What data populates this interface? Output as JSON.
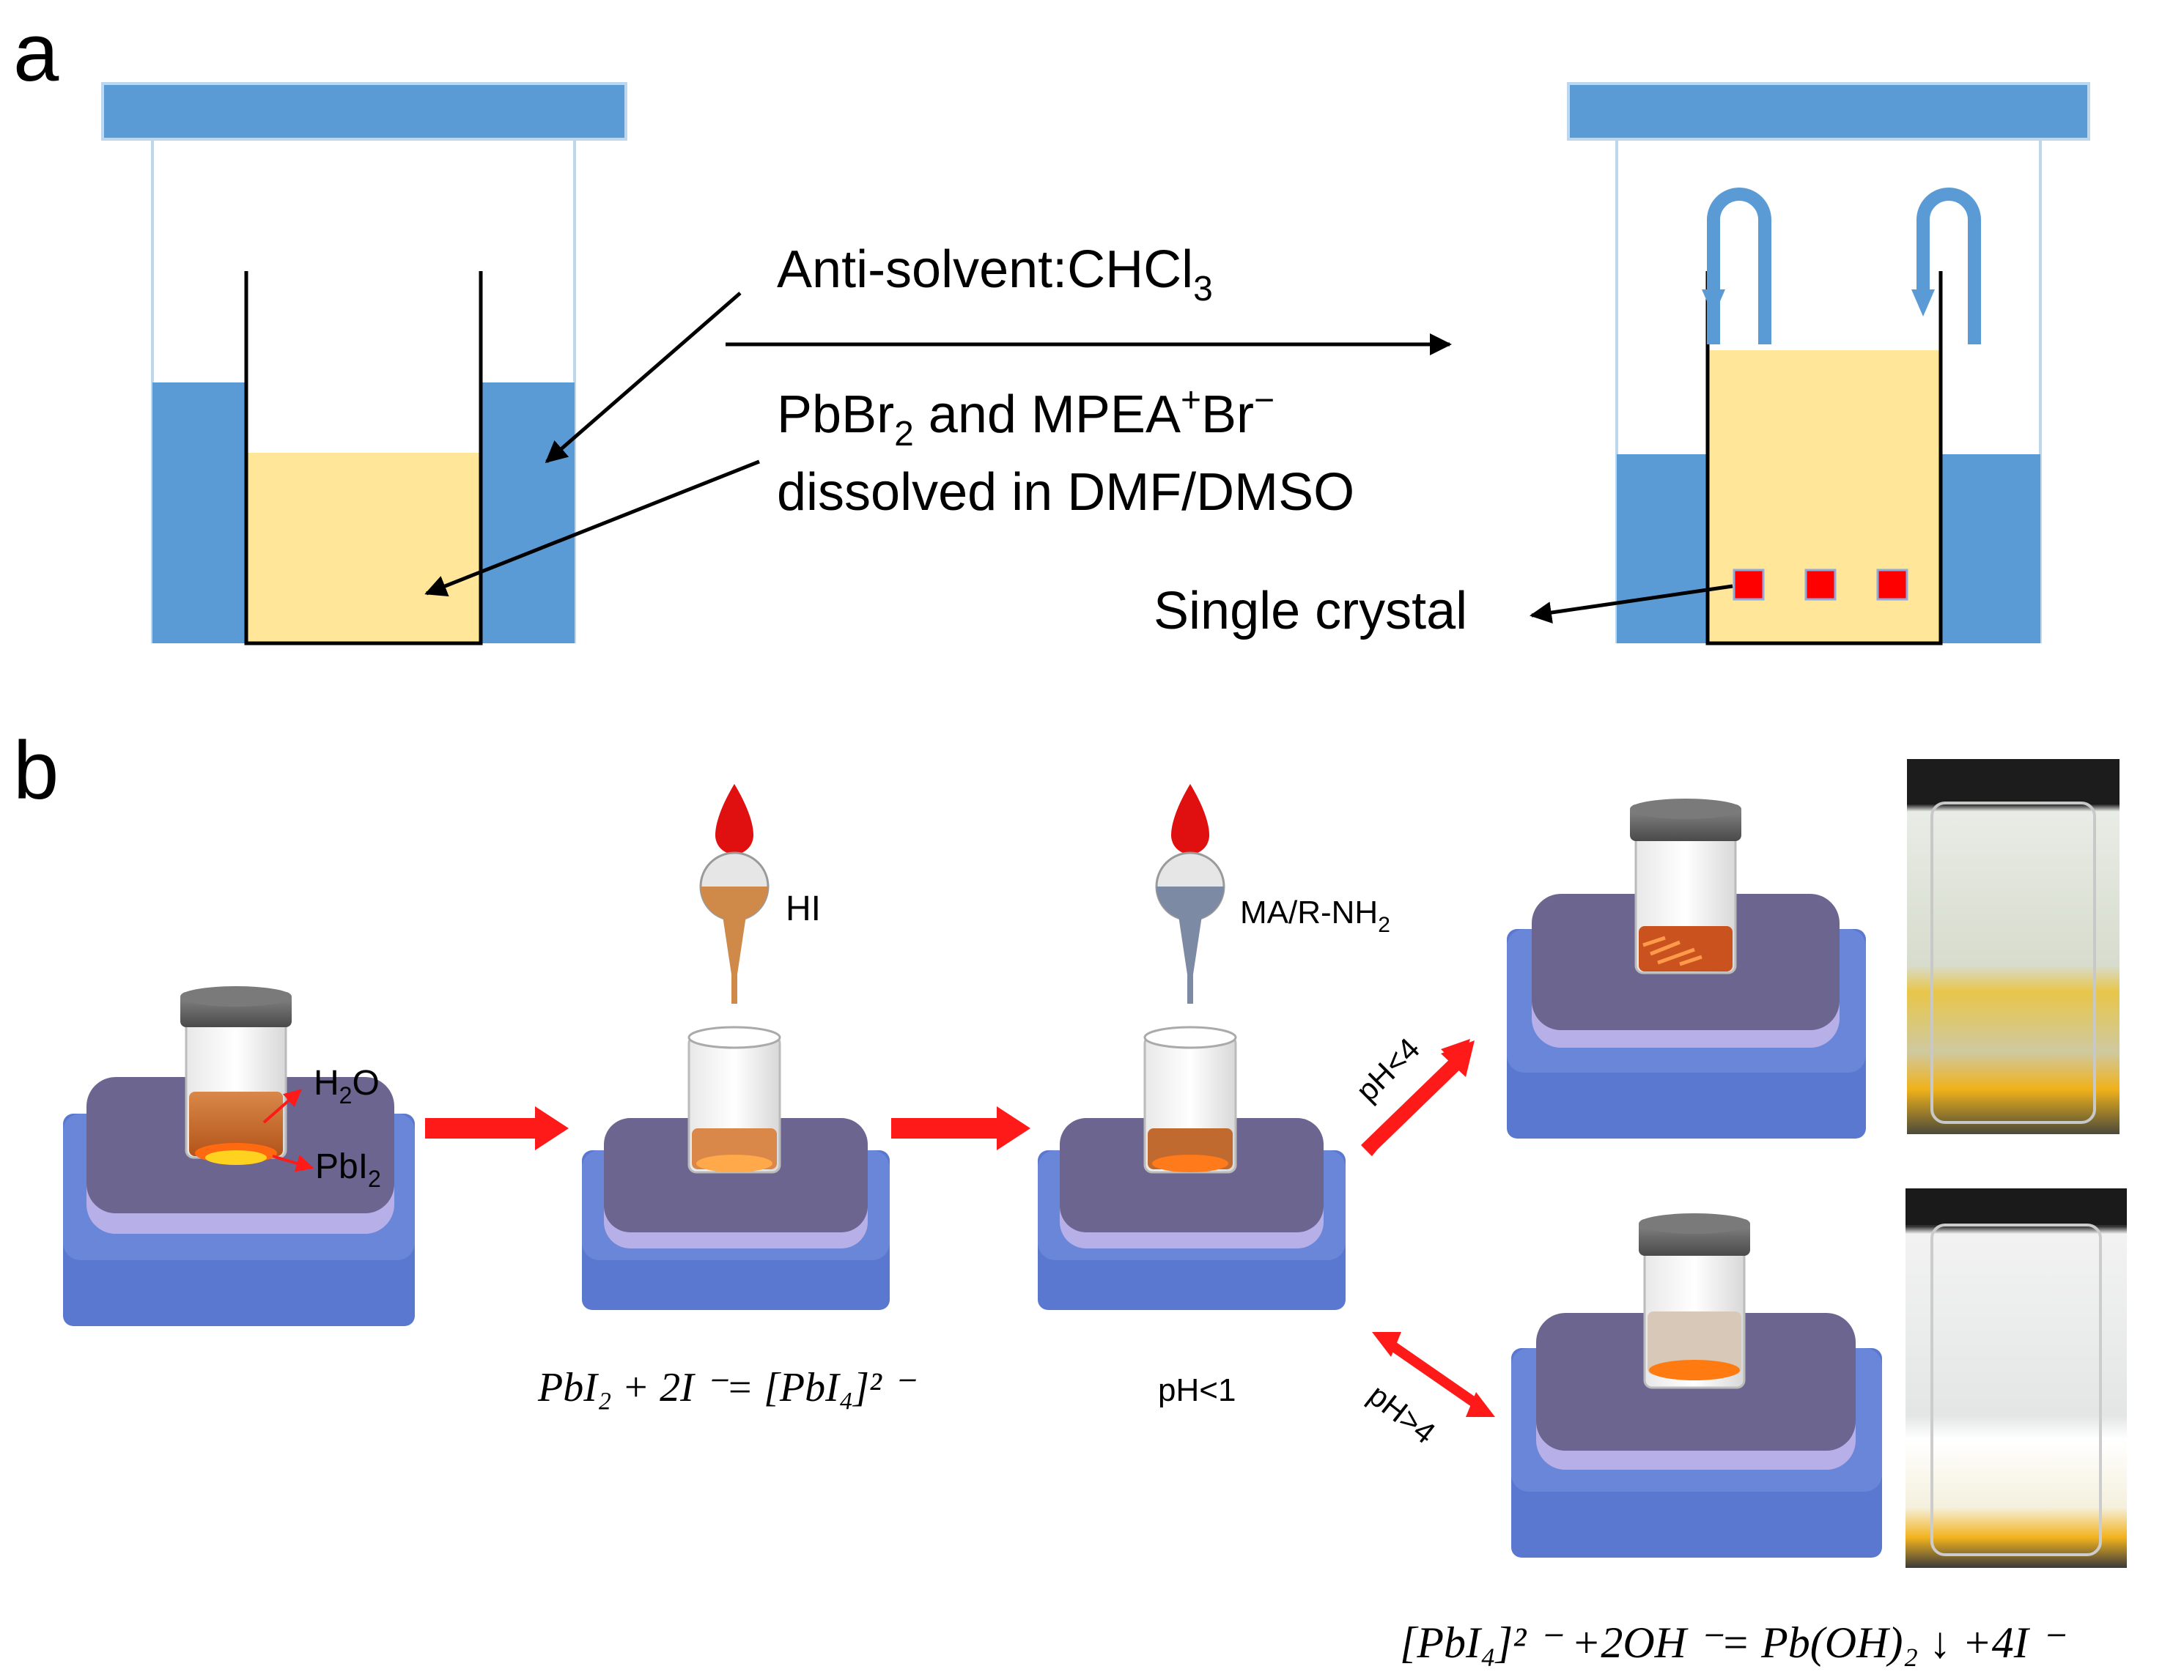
{
  "panel_a": {
    "letter": "a",
    "anti_solvent_label": "Anti-solvent:CHCl",
    "anti_solvent_sub": "3",
    "solution_line1_pre": "PbBr",
    "solution_line1_sub": "2",
    "solution_line1_mid": " and MPEA",
    "solution_line1_sup1": "+",
    "solution_line1_br": "Br",
    "solution_line1_sup2": "−",
    "solution_line2": "dissolved in DMF/DMSO",
    "single_crystal_label": "Single crystal"
  },
  "panel_b": {
    "letter": "b",
    "h2o_pre": "H",
    "h2o_sub": "2",
    "h2o_post": "O",
    "pbi2_pre": "PbI",
    "pbi2_sub": "2",
    "hi_label": "HI",
    "ma_label_pre": "MA/R-NH",
    "ma_label_sub": "2",
    "equation1": "PbI₂ + 2I ⁻=  [PbI₄]² ⁻",
    "ph_lt1": "pH<1",
    "ph_lt4": "pH<4",
    "ph_gt4": "pH>4",
    "equation2": "[PbI₄]² ⁻ +2OH ⁻= Pb(OH)₂ ↓   +4I ⁻"
  },
  "colors": {
    "water_blue": "#5b9bd5",
    "solution_yellow": "#ffe699",
    "crystal_red": "#ff0000",
    "arrow_red": "#ff1a1a",
    "stirrer_blue": "#6a86d8",
    "stirrer_top": "#6b6590"
  }
}
